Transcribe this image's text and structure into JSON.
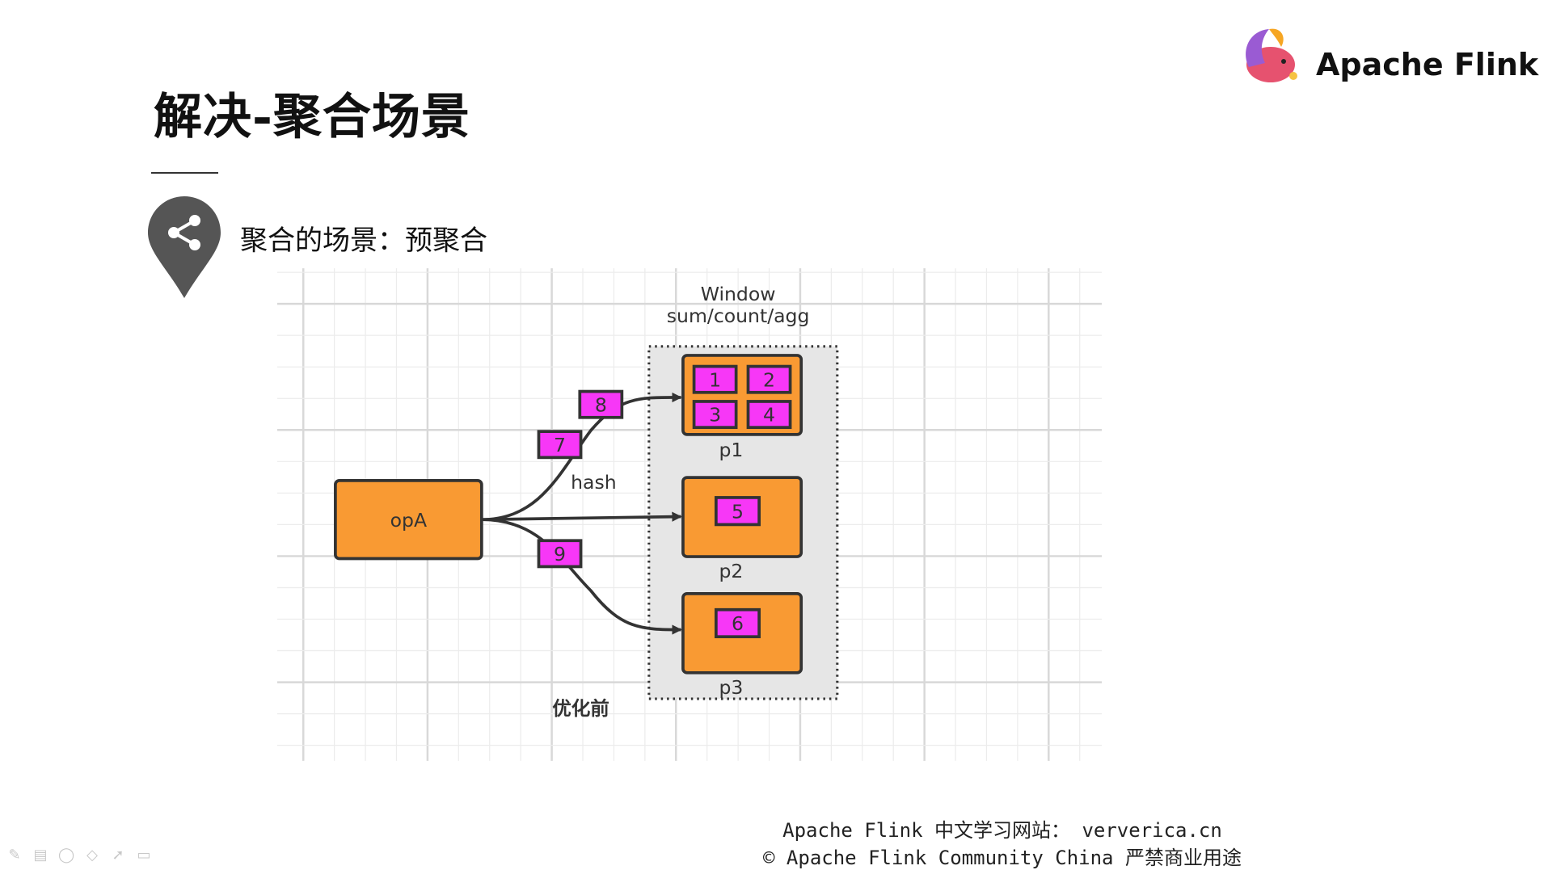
{
  "slide": {
    "title": "解决-聚合场景",
    "subtitle": "聚合的场景：预聚合",
    "subtitle_icon": "share-icon",
    "brand": "Apache Flink",
    "brand_logo": "flink-squirrel-logo"
  },
  "diagram": {
    "window_label": "Window",
    "window_sub": "sum/count/agg",
    "source": "opA",
    "edge_label": "hash",
    "caption": "优化前",
    "partitions": [
      {
        "label": "p1",
        "records": [
          "1",
          "2",
          "3",
          "4"
        ]
      },
      {
        "label": "p2",
        "records": [
          "5"
        ]
      },
      {
        "label": "p3",
        "records": [
          "6"
        ]
      }
    ],
    "in_flight": [
      "8",
      "7",
      "9"
    ],
    "colors": {
      "operator": "#f99a33",
      "record": "#f737f7",
      "window_bg": "#e6e6e6",
      "edge": "#333333"
    }
  },
  "footer": {
    "line1": "Apache Flink 中文学习网站： ververica.cn",
    "line2": "© Apache Flink Community China  严禁商业用途"
  },
  "toolbar": {
    "icons": [
      "pen-icon",
      "slides-icon",
      "highlighter-icon",
      "eraser-icon",
      "pointer-icon",
      "screen-icon"
    ]
  }
}
